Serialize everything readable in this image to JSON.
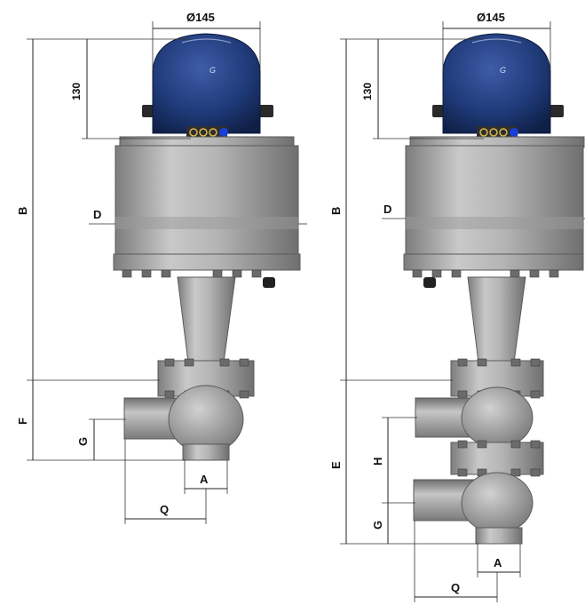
{
  "left_view": {
    "labels": {
      "diameter": "Ø145",
      "actuator_height": "130",
      "overall_height": "B",
      "diameter_d": "D",
      "flange_to_inlet": "F",
      "inlet_height": "G",
      "outlet_size": "A",
      "inlet_offset": "Q"
    }
  },
  "right_view": {
    "labels": {
      "diameter": "Ø145",
      "actuator_height": "130",
      "overall_height": "B",
      "diameter_d": "D",
      "lower_height": "E",
      "spacer_height": "H",
      "inlet_height": "G",
      "outlet_size": "A",
      "inlet_offset": "Q"
    }
  },
  "colors": {
    "actuator_blue": "#1f3a78",
    "body_grey": "#a9a9a9",
    "dimension_line": "#222222",
    "indicator_blue": "#1a3fd6"
  }
}
